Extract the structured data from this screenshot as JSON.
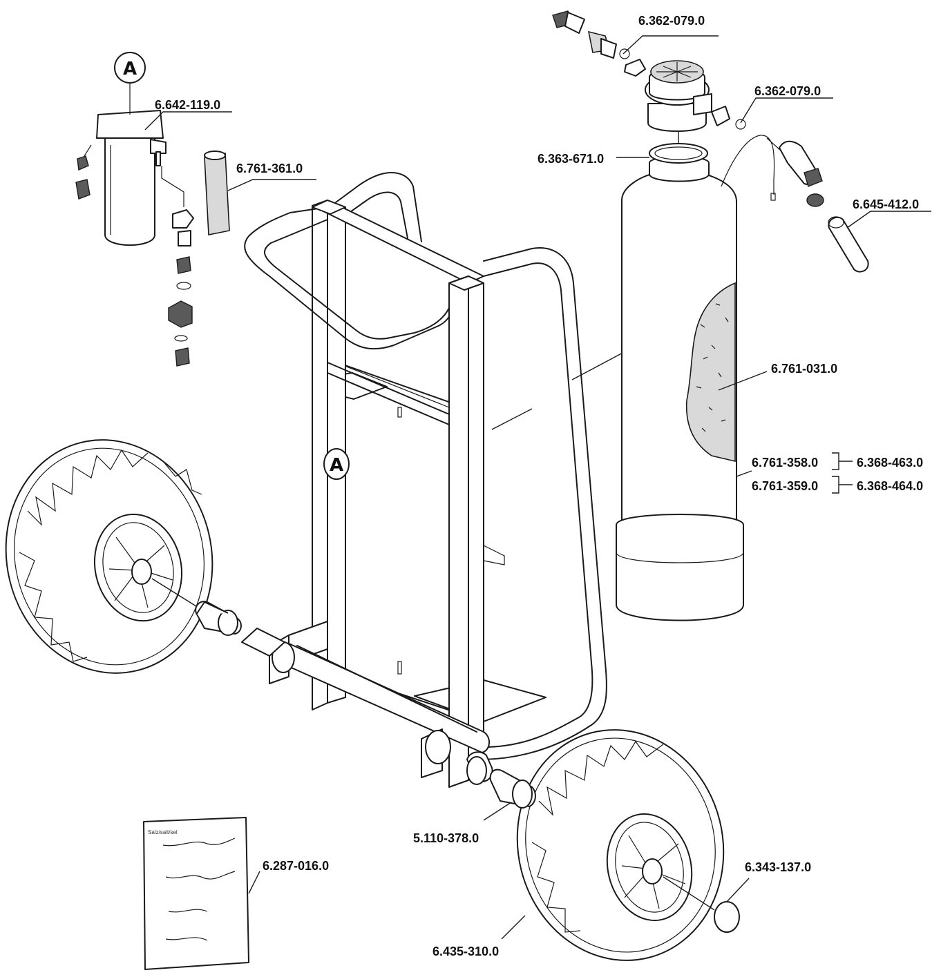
{
  "callout_marker": "A",
  "parts": {
    "valve_screw_top": "6.362-079.0",
    "valve_screw_right": "6.362-079.0",
    "filter_housing": "6.642-119.0",
    "tube_sleeve": "6.761-361.0",
    "tank_seal_ring": "6.363-671.0",
    "hose_piece": "6.645-412.0",
    "resin_filling": "6.761-031.0",
    "tank_a": "6.761-358.0",
    "tank_a_set": "6.368-463.0",
    "tank_b": "6.761-359.0",
    "tank_b_set": "6.368-464.0",
    "axle_spacer": "5.110-378.0",
    "salt_bag": "6.287-016.0",
    "hub_cap": "6.343-137.0",
    "wheel": "6.435-310.0"
  },
  "salt_bag_print": "Salz/salt/sel"
}
